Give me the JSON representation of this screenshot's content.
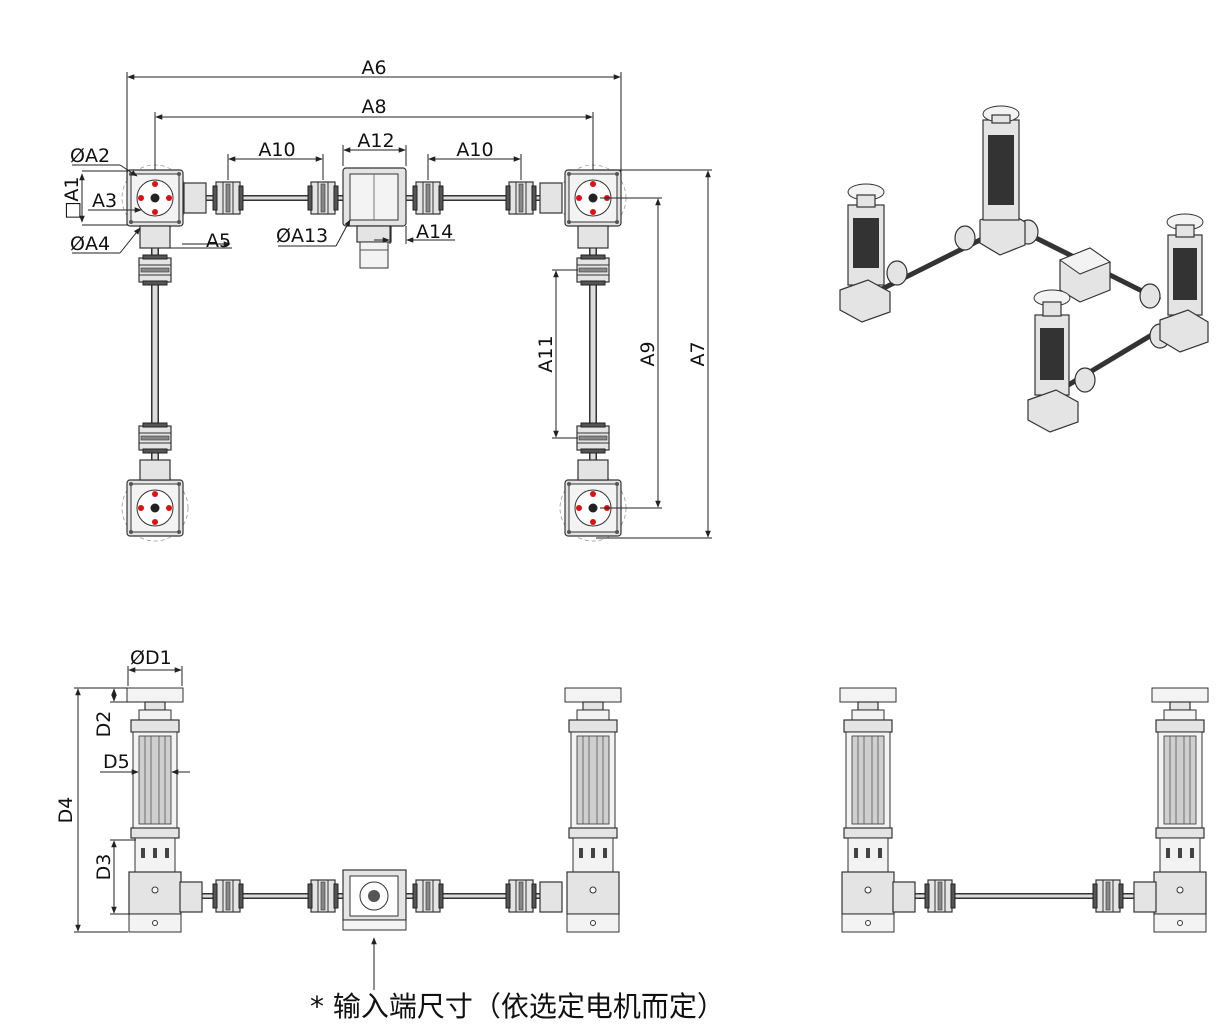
{
  "top_view_labels": {
    "a6": "A6",
    "a8": "A8",
    "a10_left": "A10",
    "a12": "A12",
    "a10_right": "A10",
    "a2": "ØA2",
    "a1": "□A1",
    "a3": "A3",
    "a4": "ØA4",
    "a5": "A5",
    "a13": "ØA13",
    "a14": "A14",
    "a11": "A11",
    "a9": "A9",
    "a7": "A7"
  },
  "side_view_labels": {
    "d1": "ØD1",
    "d2": "D2",
    "d5": "D5",
    "d4": "D4",
    "d3": "D3"
  },
  "note": "* 输入端尺寸（依选定电机而定）",
  "colors": {
    "line": "#222222",
    "hole": "#dd1111",
    "body": "#e4e4e4",
    "dark": "#555555"
  }
}
